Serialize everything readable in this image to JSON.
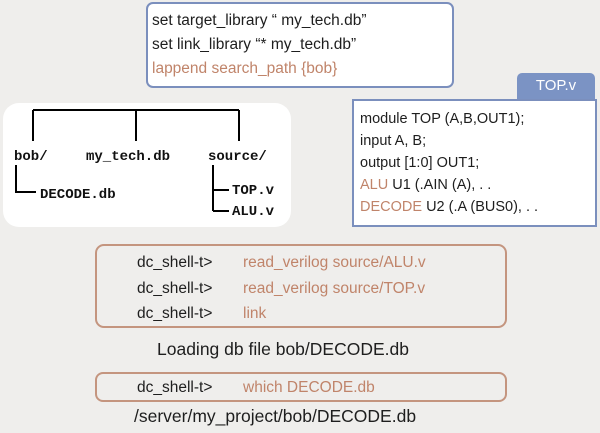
{
  "script": {
    "lines": [
      "set target_library “ my_tech.db”",
      "set link_library “* my_tech.db”",
      "lappend search_path {bob}"
    ]
  },
  "tree": {
    "dir_bob": "bob/",
    "lib_file": "my_tech.db",
    "dir_source": "source/",
    "bob_child": "DECODE.db",
    "source_child_1": "TOP.v",
    "source_child_2": "ALU.v"
  },
  "topv": {
    "tab_label": "TOP.v",
    "lines": {
      "l1": "module TOP (A,B,OUT1);",
      "l2": "input A, B;",
      "l3": "output [1:0] OUT1;",
      "l4_kw": "ALU",
      "l4_rest": " U1 (.AIN (A), . .",
      "l5_kw": "DECODE",
      "l5_rest": " U2 (.A (BUS0), . ."
    }
  },
  "shell": {
    "prompt": "dc_shell-t>",
    "commands": [
      "read_verilog source/ALU.v",
      "read_verilog source/TOP.v",
      "link"
    ],
    "message": "Loading db file bob/DECODE.db"
  },
  "shell2": {
    "prompt": "dc_shell-t>",
    "command": "which DECODE.db",
    "result": "/server/my_project/bob/DECODE.db"
  },
  "colors": {
    "accent": "#c0846a",
    "blue_border": "#7b8fbd",
    "tab_blue": "#7b93c4",
    "shell_border": "#c4957f",
    "background": "#efeeec"
  }
}
